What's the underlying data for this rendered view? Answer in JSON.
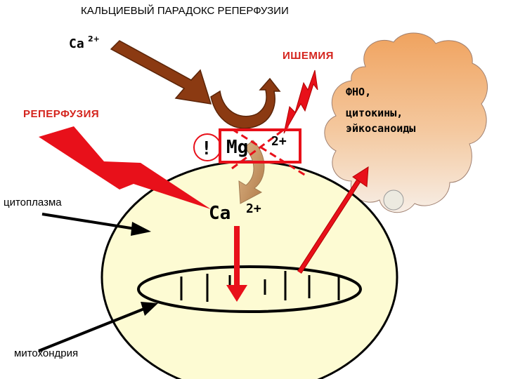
{
  "title": "КАЛЬЦИЕВЫЙ ПАРАДОКС РЕПЕРФУЗИИ",
  "ca_top": {
    "symbol": "Ca",
    "charge": "2+"
  },
  "ishemia": "ИШЕМИЯ",
  "reperfusion": "РЕПЕРФУЗИЯ",
  "cloud": {
    "line1": "ФНО,",
    "line2": "цитокины,",
    "line3": "эйкосаноиды"
  },
  "mg_box": {
    "symbol": "Mg",
    "charge": "2+"
  },
  "exclamation": "!",
  "ca_inner": {
    "symbol": "Ca",
    "charge": "2+"
  },
  "cytoplasm": "цитоплазма",
  "mitochondria": "митохондрия",
  "colors": {
    "cell_fill": "#fdfbd3",
    "cloud_fill": "#f2a563",
    "brown_arrow": "#8b3a12",
    "red": "#e8101a",
    "tan_arrow": "#c99a6a"
  }
}
